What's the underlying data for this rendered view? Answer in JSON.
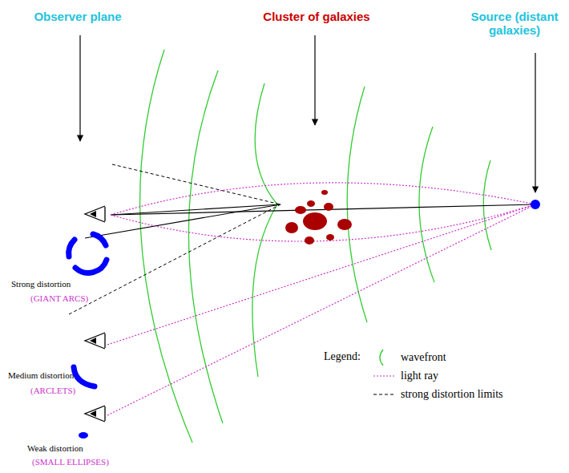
{
  "diagram": {
    "labels": [
      "Observer plane",
      "Cluster of galaxies",
      "Source (distant galaxies)",
      "Strong distortion",
      "(GIANT ARCS)",
      "Medium distortion",
      "(ARCLETS)",
      "Weak distortion",
      "(SMALL ELLIPSES)",
      "Legend:"
    ],
    "legend": [
      {
        "text": "wavefront"
      },
      {
        "text": "light ray"
      },
      {
        "text": "strong distortion limits"
      }
    ]
  }
}
